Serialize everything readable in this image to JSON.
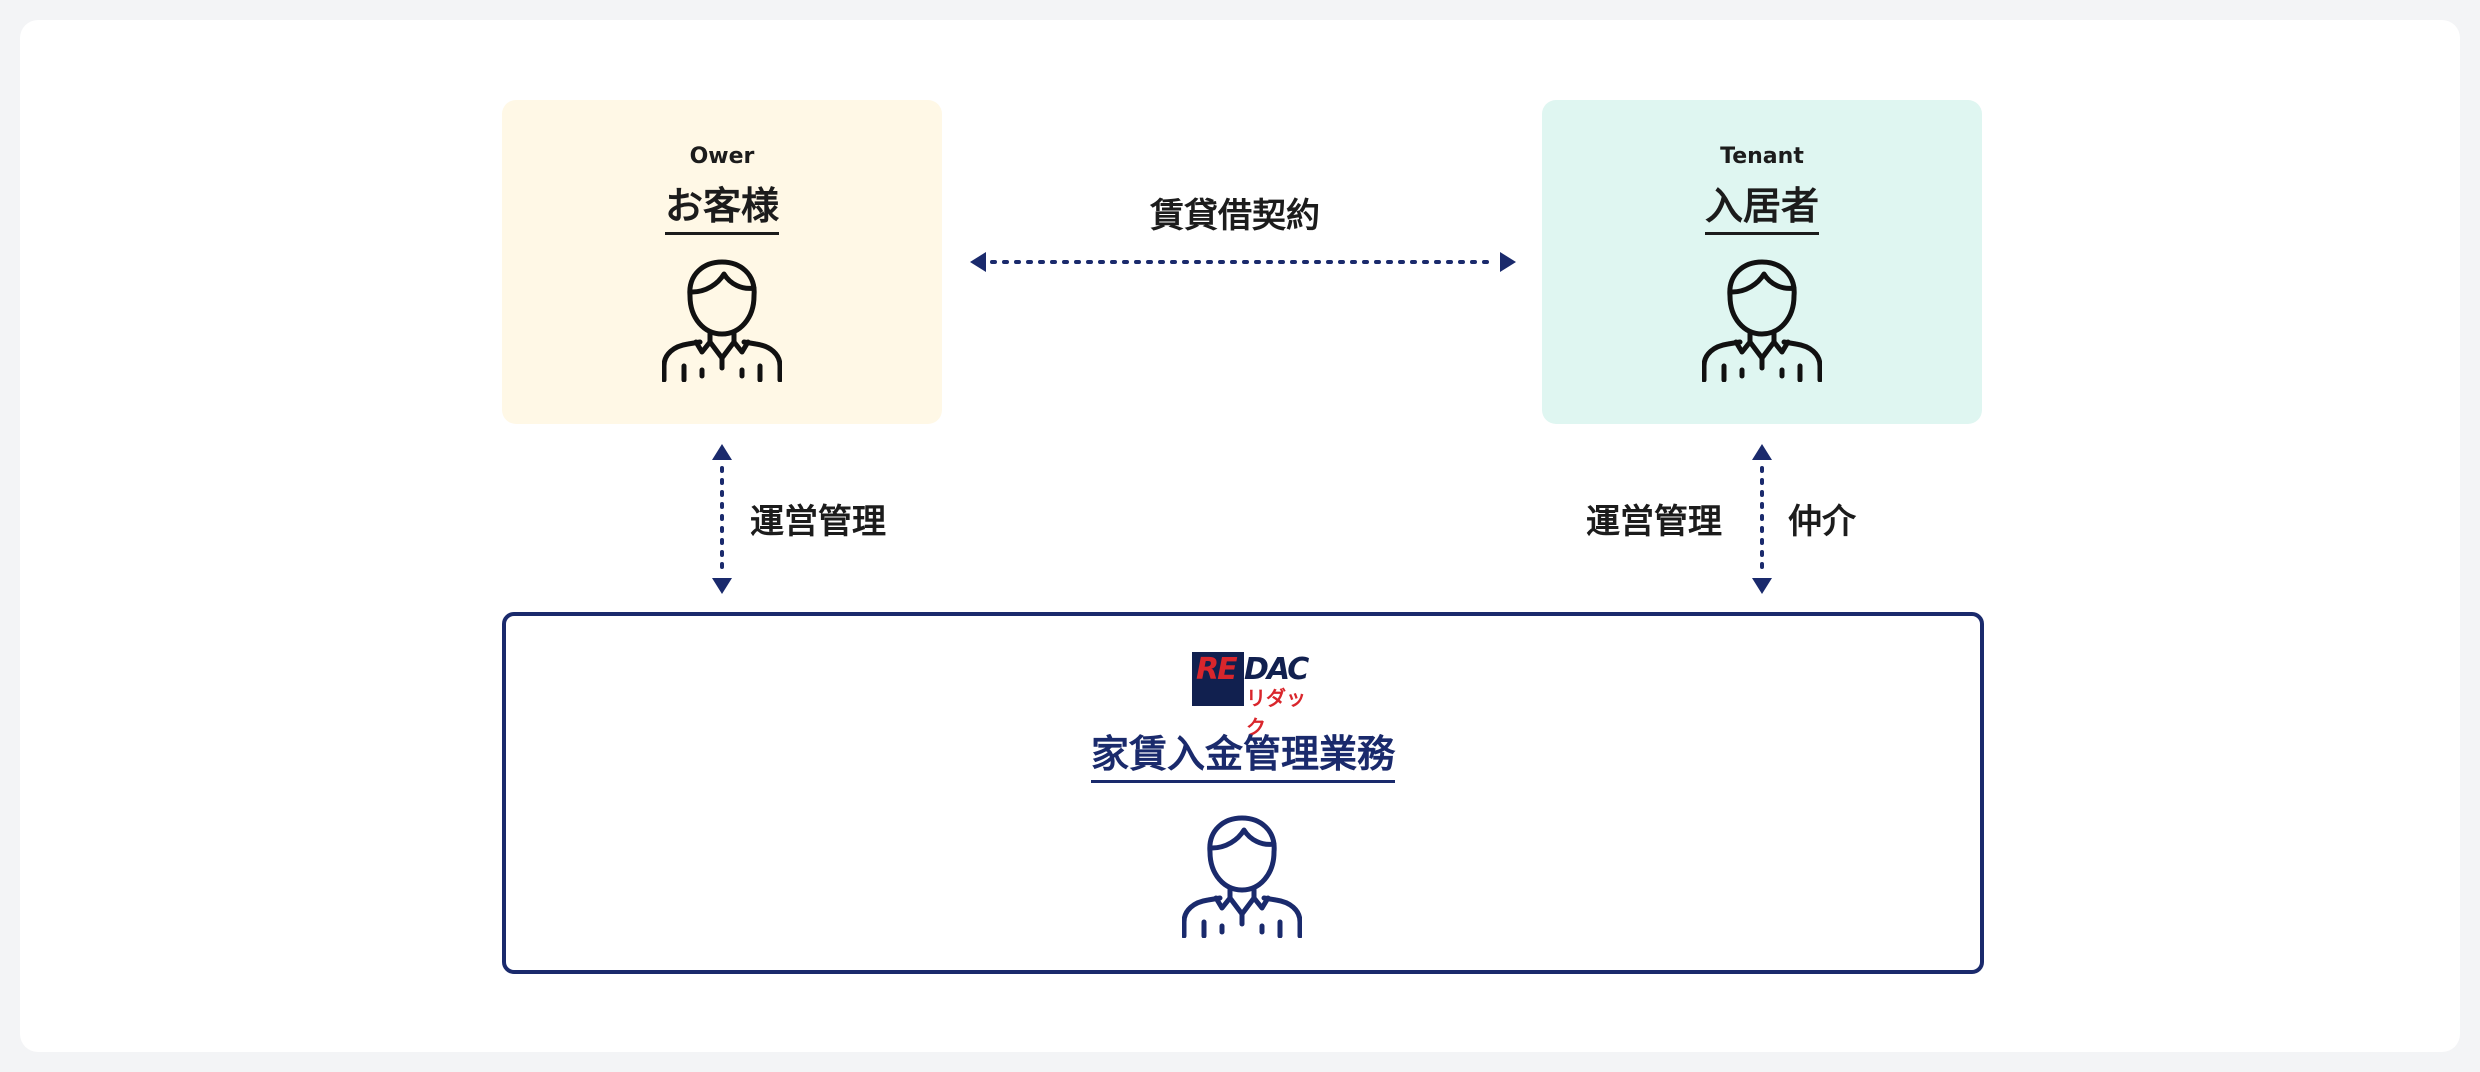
{
  "owner": {
    "label_en": "Ower",
    "label_ja": "お客様"
  },
  "tenant": {
    "label_en": "Tenant",
    "label_ja": "入居者"
  },
  "relations": {
    "lease_contract": "賃貸借契約",
    "owner_management": "運営管理",
    "tenant_management": "運営管理",
    "brokerage": "仲介"
  },
  "company": {
    "logo_text_re": "RE",
    "logo_text_dac": "DAC",
    "logo_kana": "リダック",
    "service_title": "家賃入金管理業務"
  },
  "colors": {
    "owner_bg": "#fff8e6",
    "tenant_bg": "#dff6f1",
    "navy": "#1a2a6c",
    "logo_red": "#d9262c"
  },
  "icons": [
    "person-icon",
    "arrow-horizontal-bidirectional",
    "arrow-vertical-bidirectional"
  ]
}
